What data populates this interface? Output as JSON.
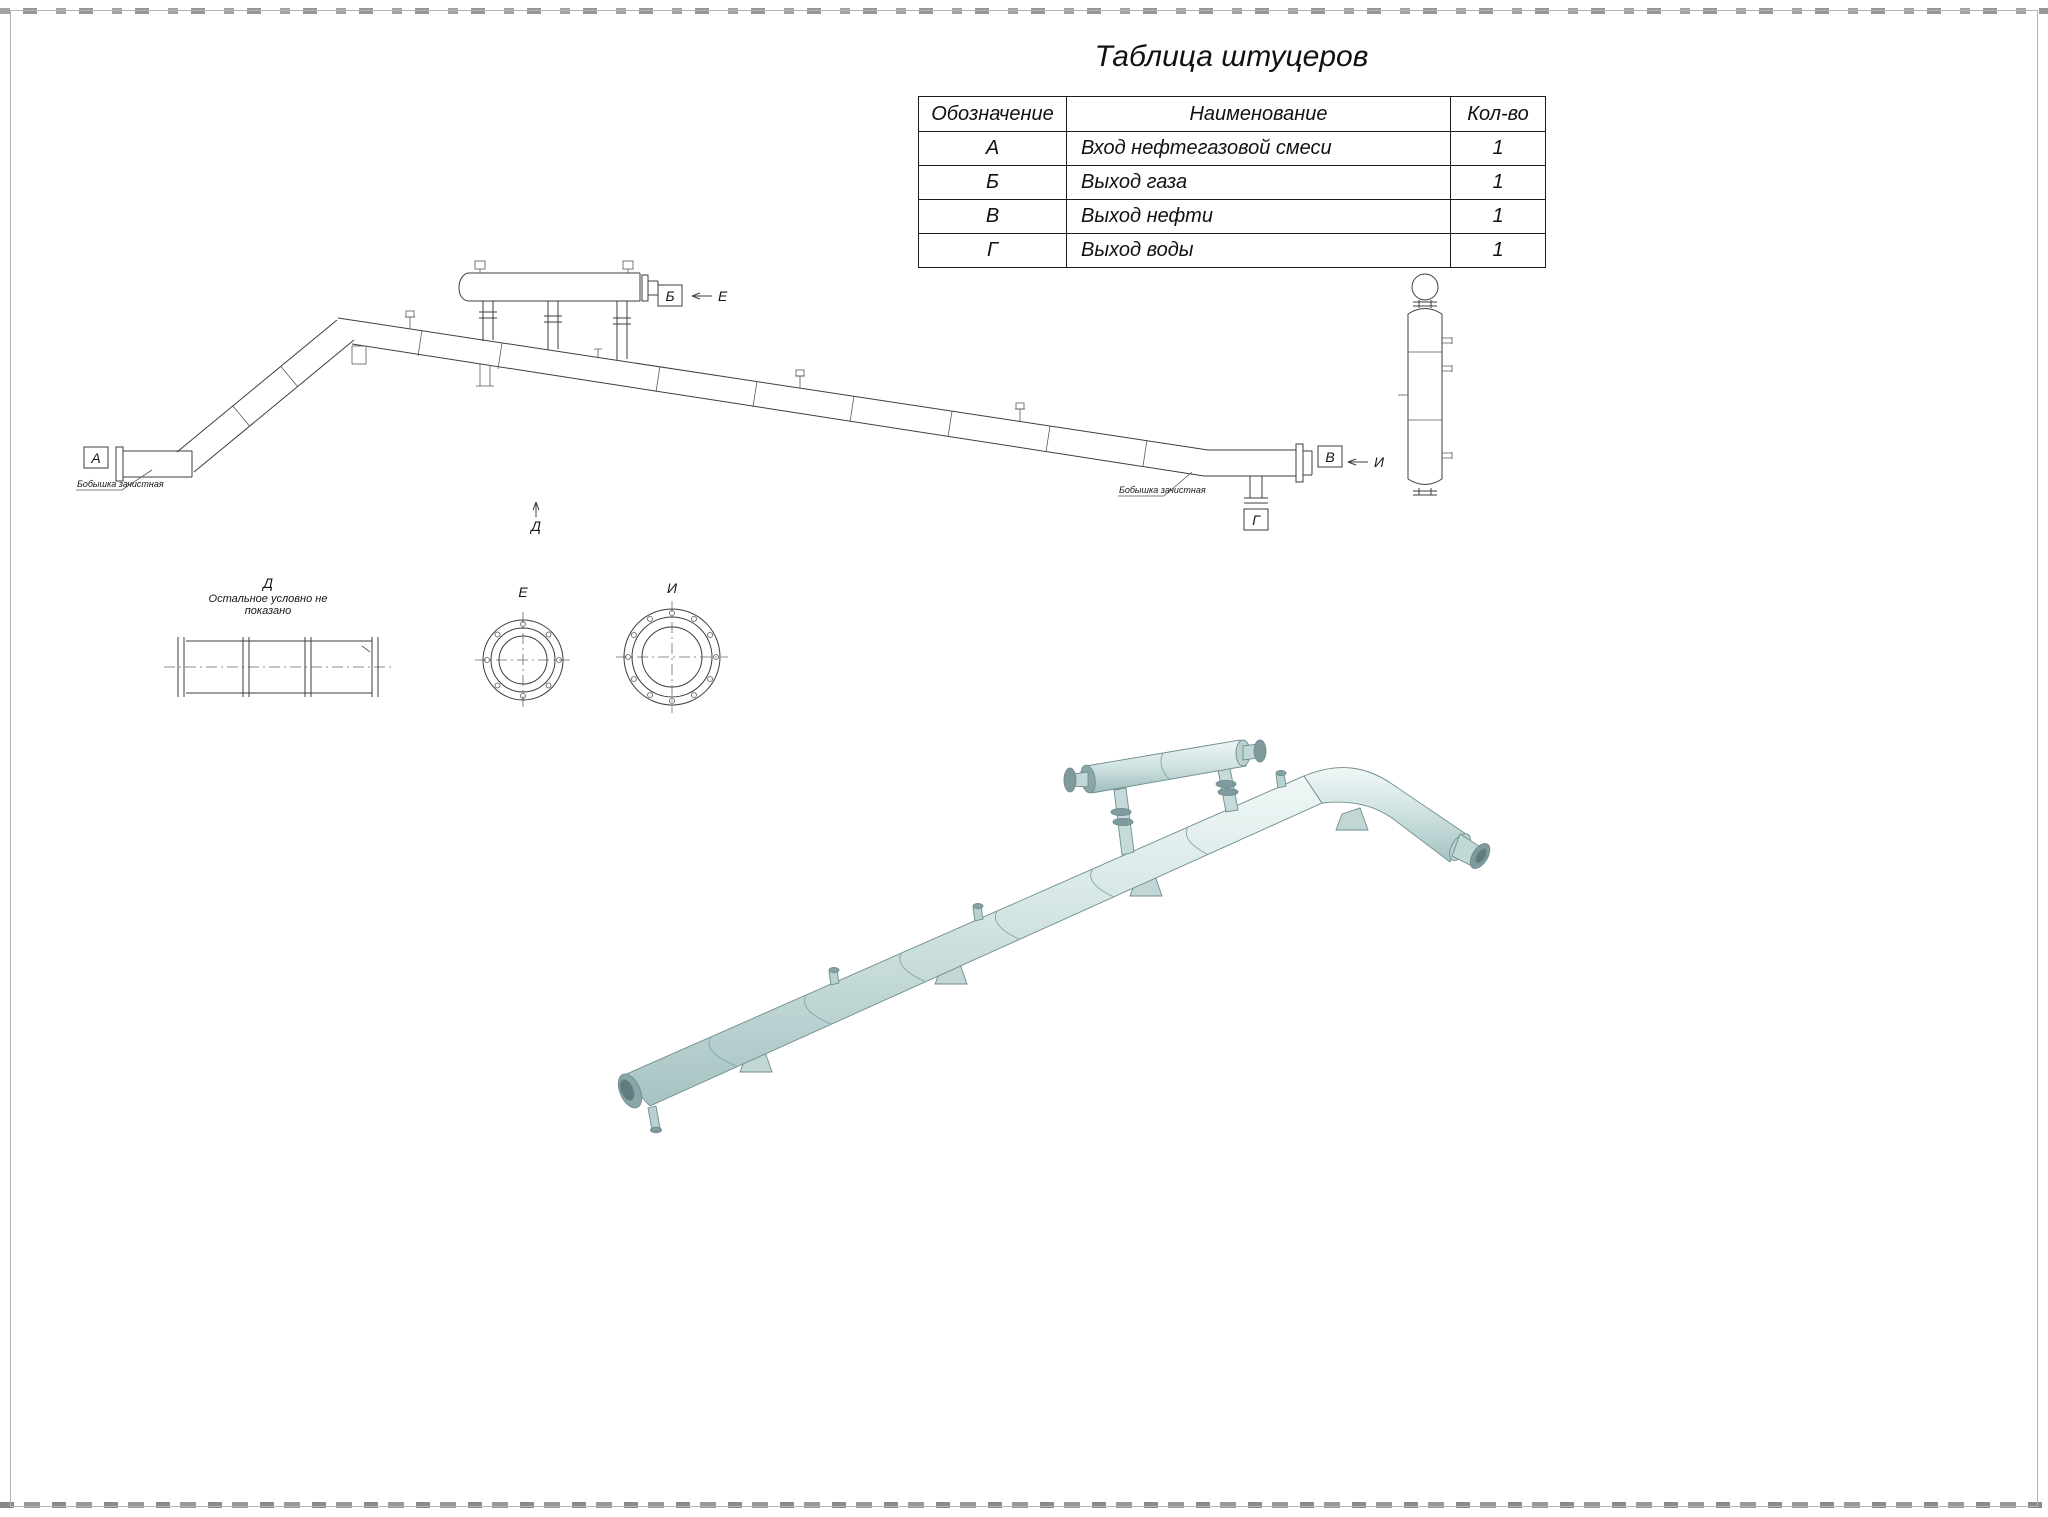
{
  "title": "Таблица штуцеров",
  "nozzle_table": {
    "headers": {
      "designation": "Обозначение",
      "name": "Наименование",
      "qty": "Кол-во"
    },
    "rows": [
      {
        "designation": "А",
        "name": "Вход нефтегазовой смеси",
        "qty": "1"
      },
      {
        "designation": "Б",
        "name": "Выход газа",
        "qty": "1"
      },
      {
        "designation": "В",
        "name": "Выход нефти",
        "qty": "1"
      },
      {
        "designation": "Г",
        "name": "Выход воды",
        "qty": "1"
      }
    ]
  },
  "drawing_labels": {
    "inlet_a": "А",
    "gas_outlet_b": "Б",
    "oil_outlet_v": "В",
    "water_outlet_g": "Г",
    "view_arrow_d": "Д",
    "view_arrow_e": "Е",
    "view_arrow_i": "И"
  },
  "detail_views": {
    "d": {
      "title": "Д",
      "note_line1": "Остальное условно не",
      "note_line2": "показано"
    },
    "e": {
      "title": "Е"
    },
    "i": {
      "title": "И"
    }
  },
  "annotations": {
    "left_boss": "Бобышка зачистная",
    "right_boss": "Бобышка зачистная"
  },
  "colors": {
    "line": "#3d3d3d",
    "render_light": "#f0f7f6",
    "render_mid": "#d6e7e6",
    "render_dark": "#a6c3c2",
    "render_outline": "#6f8d8e",
    "flange": "#7f9b9d"
  }
}
